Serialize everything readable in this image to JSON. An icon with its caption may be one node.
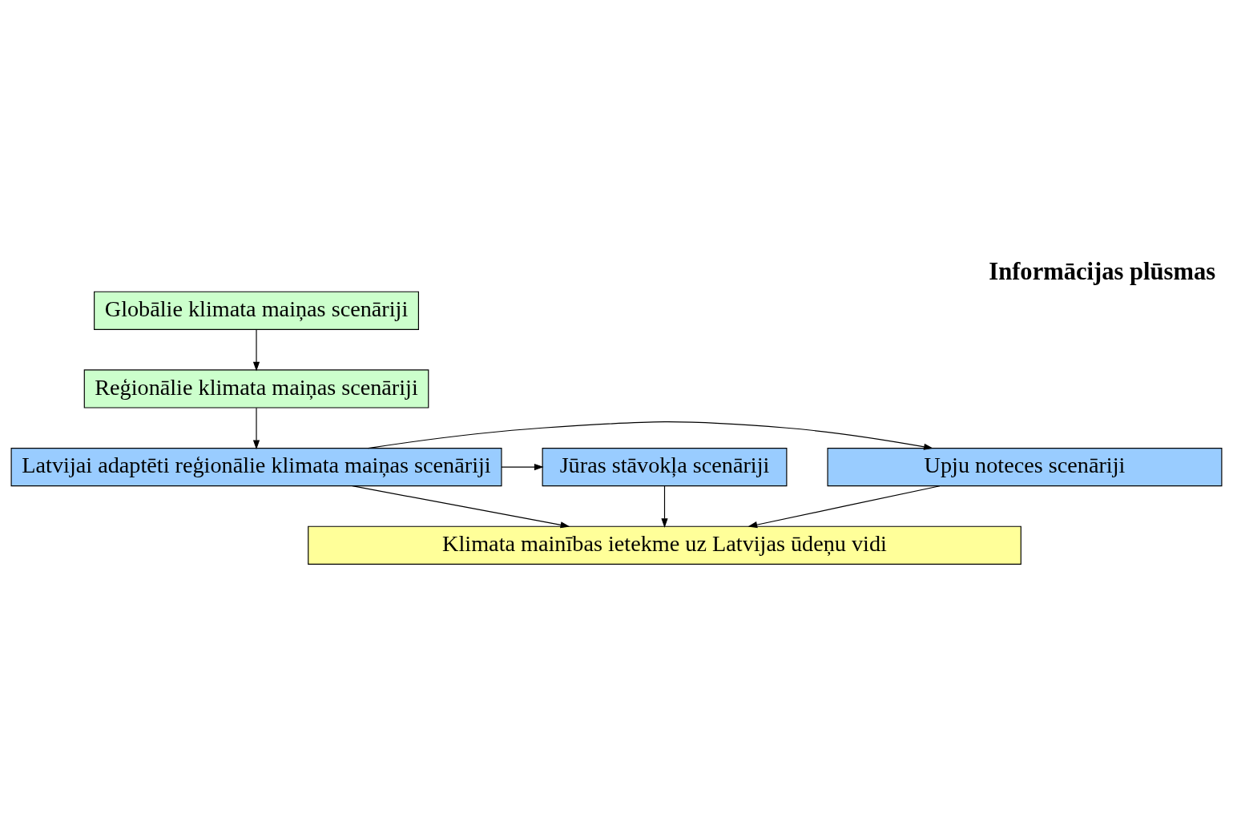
{
  "diagram": {
    "title": "Informācijas plūsmas",
    "nodes": [
      {
        "text": [
          "Globālie klimata maiņas scenāriji"
        ]
      },
      {
        "text": [
          "Reģionālie klimata maiņas scenāriji"
        ]
      },
      {
        "text": [
          "Latvijai adaptēti reģionālie klimata maiņas scenāriji"
        ]
      },
      {
        "text": [
          "Upju noteces scenāriji"
        ]
      },
      {
        "text": [
          "Jūras stāvokļa scenāriji"
        ]
      },
      {
        "text": [
          "Klimata mainības ietekme uz Latvijas ūdeņu vidi"
        ]
      }
    ],
    "edges": [
      {
        "from": 0,
        "to": 1,
        "arrow": "to"
      },
      {
        "from": 1,
        "to": 2,
        "arrow": "to"
      },
      {
        "from": 2,
        "to": 3,
        "arrow": "to"
      },
      {
        "from": 2,
        "to": 4,
        "arrow": "to"
      },
      {
        "from": 2,
        "to": 5,
        "arrow": "to"
      },
      {
        "from": 4,
        "to": 5,
        "arrow": "to"
      },
      {
        "from": 3,
        "to": 5,
        "arrow": "to"
      }
    ]
  }
}
